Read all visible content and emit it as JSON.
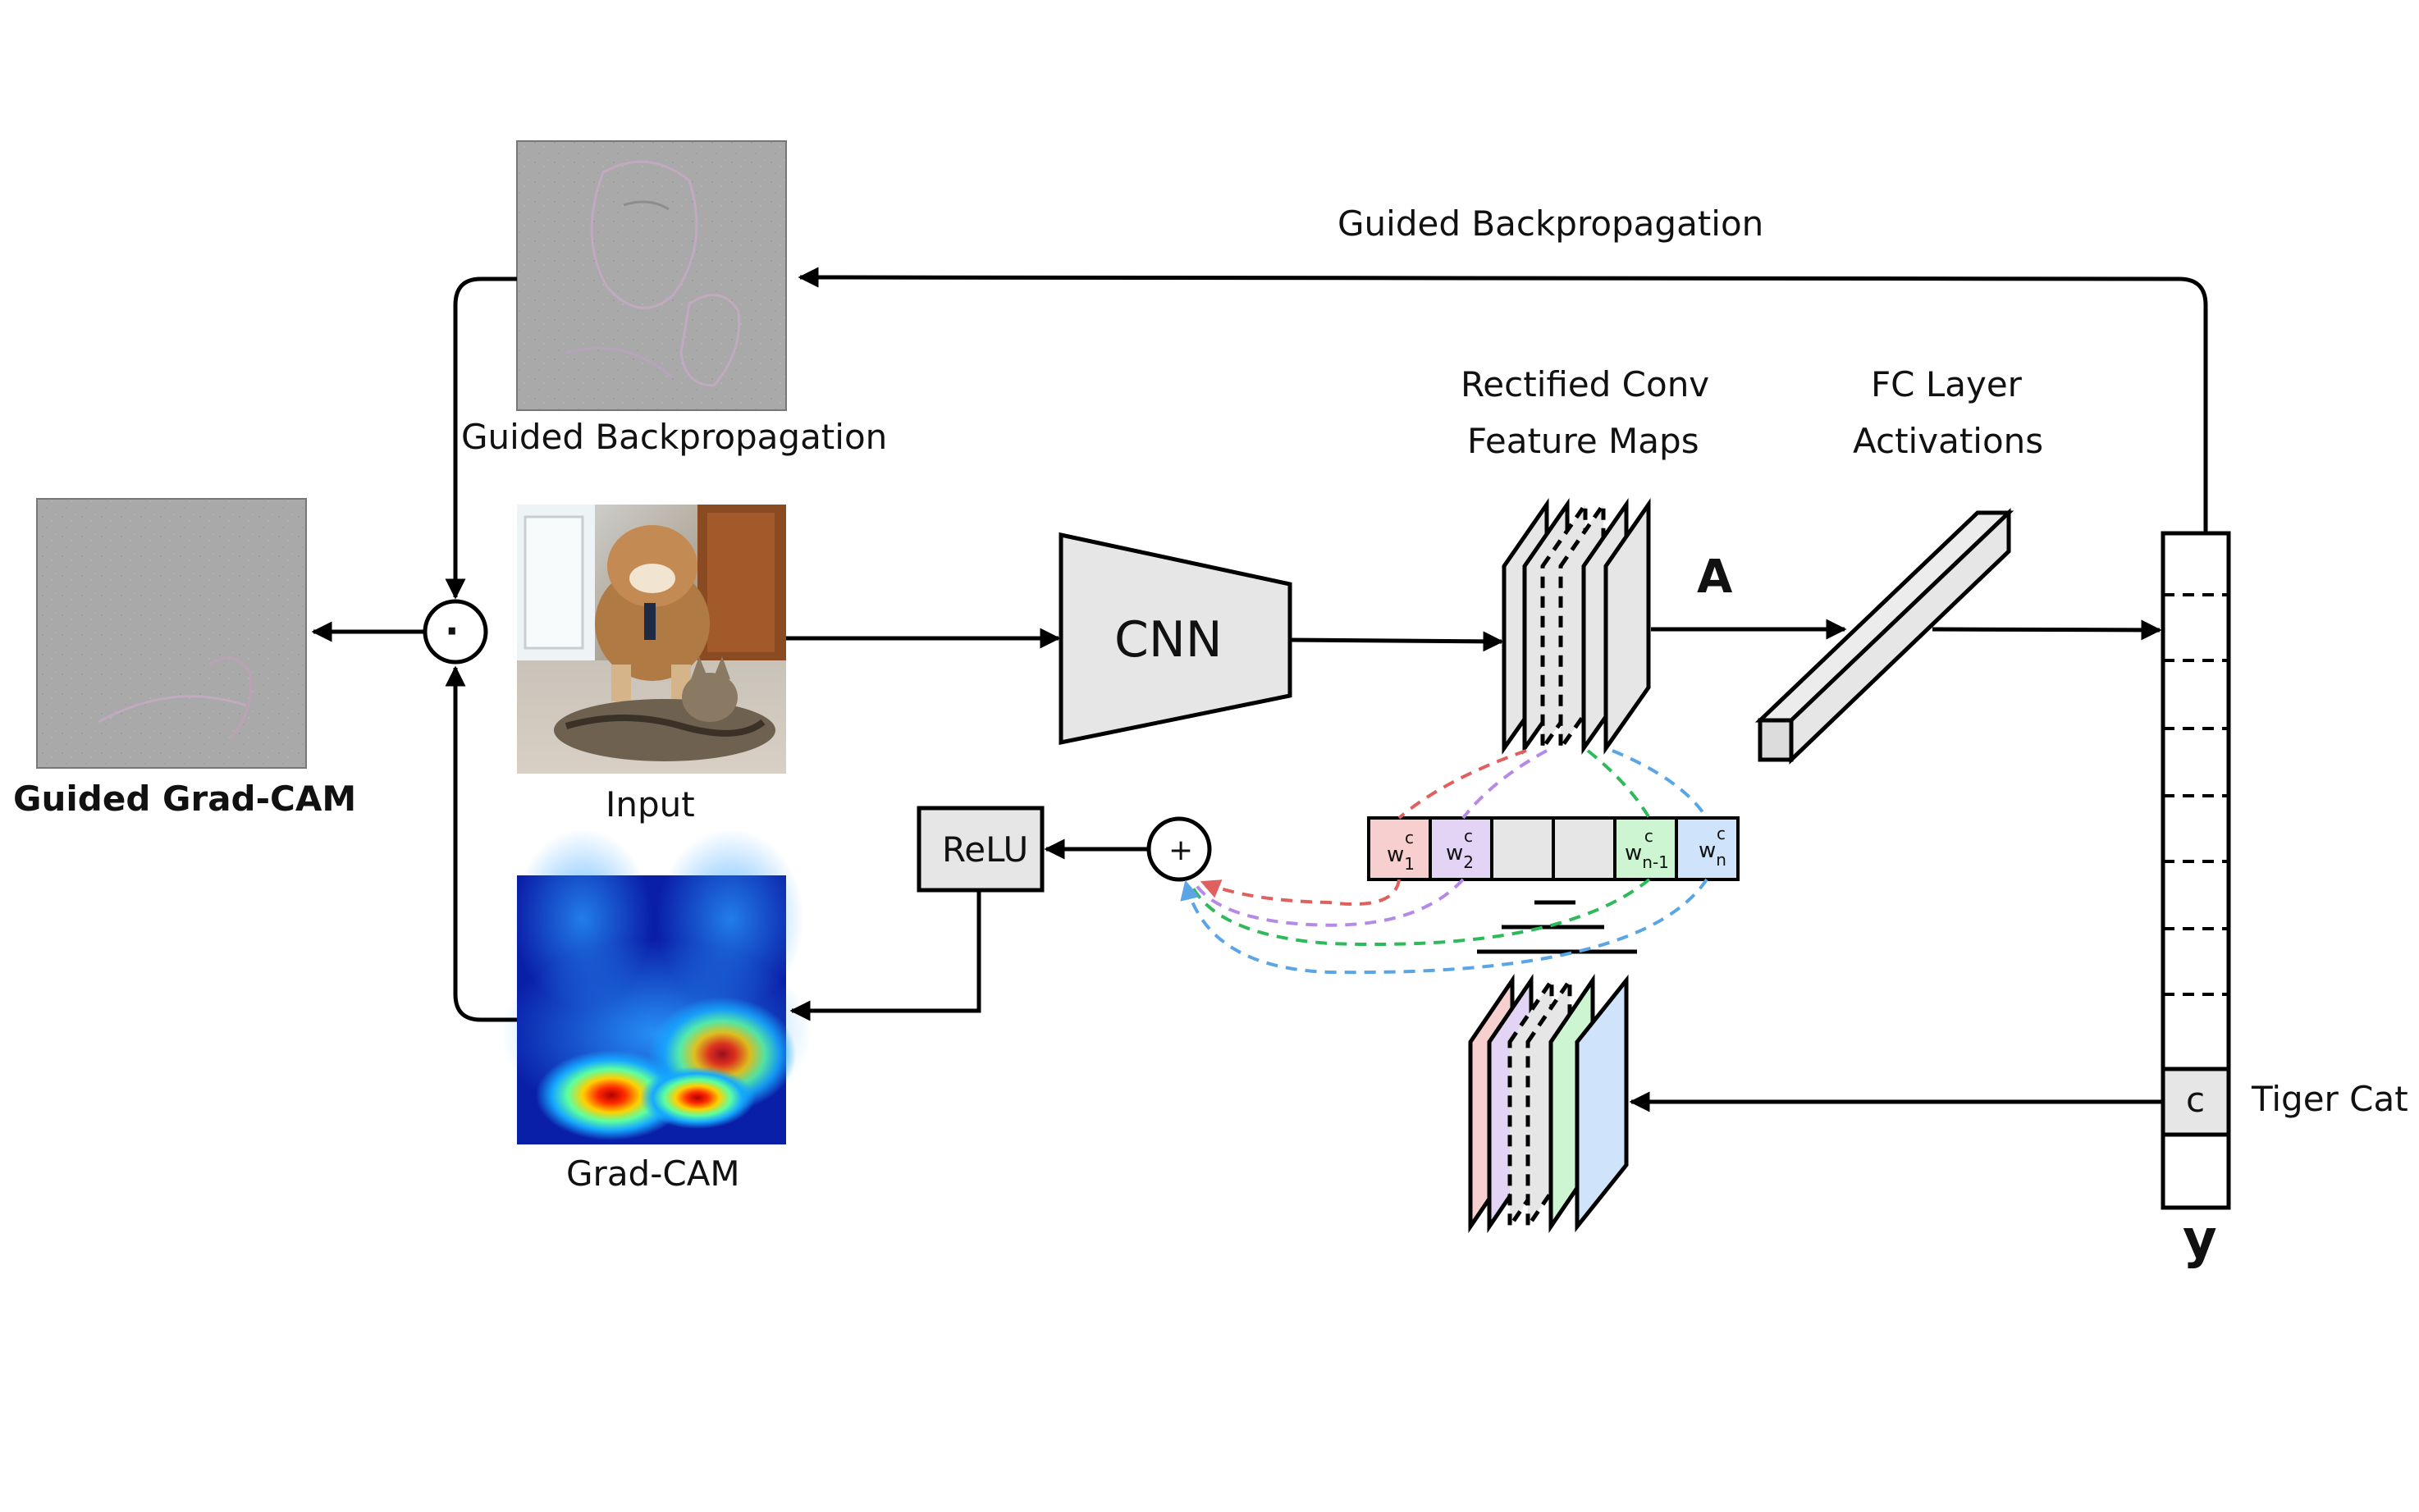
{
  "labels": {
    "guided_backprop_top": "Guided Backpropagation",
    "guided_backprop_image": "Guided Backpropagation",
    "input": "Input",
    "grad_cam": "Grad-CAM",
    "guided_grad_cam": "Guided Grad-CAM",
    "cnn": "CNN",
    "relu": "ReLU",
    "rectified_conv_line1": "Rectified Conv",
    "rectified_conv_line2": "Feature Maps",
    "fc_layer_line1": "FC Layer",
    "fc_layer_line2": "Activations",
    "a_symbol": "A",
    "y_symbol": "y",
    "class_cell": "c",
    "tiger_cat": "Tiger Cat",
    "dot_operator": "·",
    "plus_operator": "+"
  },
  "weights": {
    "w1": {
      "base": "w",
      "sub": "1",
      "sup": "c"
    },
    "w2": {
      "base": "w",
      "sub": "2",
      "sup": "c"
    },
    "wn1": {
      "base": "w",
      "sub": "n-1",
      "sup": "c"
    },
    "wn": {
      "base": "w",
      "sub": "n",
      "sup": "c"
    }
  },
  "colors": {
    "w1": "#f8cfcf",
    "w2": "#e3d4f5",
    "wn1": "#cdf5d2",
    "wn": "#cfe3fa",
    "box": "#e6e6e6",
    "red_dash": "#e06060",
    "purple_dash": "#b48ae6",
    "green_dash": "#2fba5a",
    "blue_dash": "#5aa5e6"
  }
}
